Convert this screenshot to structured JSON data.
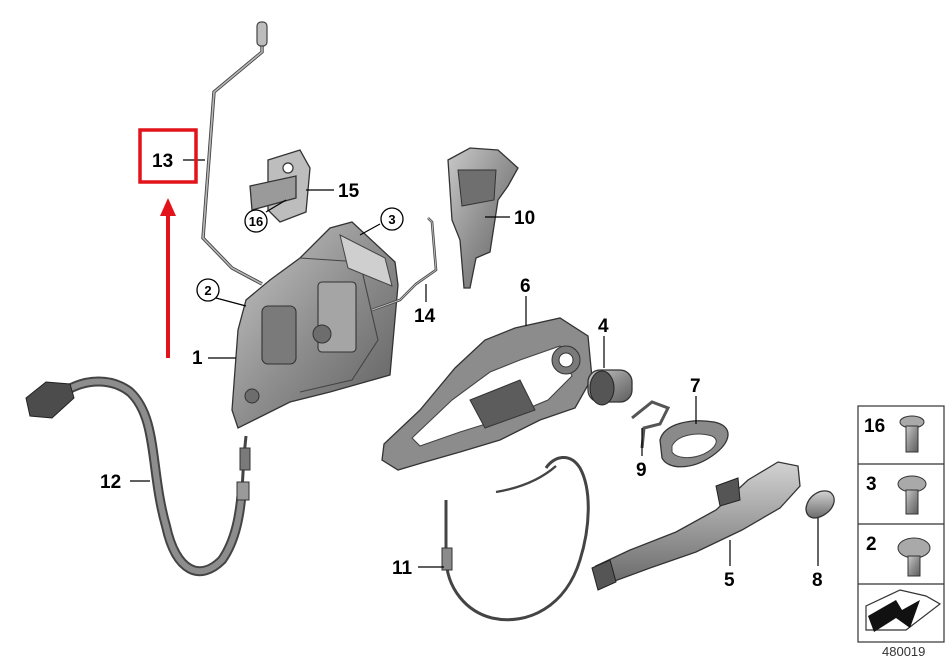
{
  "callouts": {
    "c1": "1",
    "c2": "2",
    "c3": "3",
    "c4": "4",
    "c5": "5",
    "c6": "6",
    "c7": "7",
    "c8": "8",
    "c9": "9",
    "c10": "10",
    "c11": "11",
    "c12": "12",
    "c13": "13",
    "c14": "14",
    "c15": "15",
    "c16": "16"
  },
  "legend": {
    "items": [
      "16",
      "3",
      "2"
    ]
  },
  "reference_number": "480019",
  "highlight": {
    "target": "13",
    "box_color": "#e3131b",
    "arrow_color": "#e3131b"
  },
  "colors": {
    "part_fill": "#8e8e8e",
    "part_dark": "#5a5a5a",
    "part_light": "#b9b9b9"
  }
}
